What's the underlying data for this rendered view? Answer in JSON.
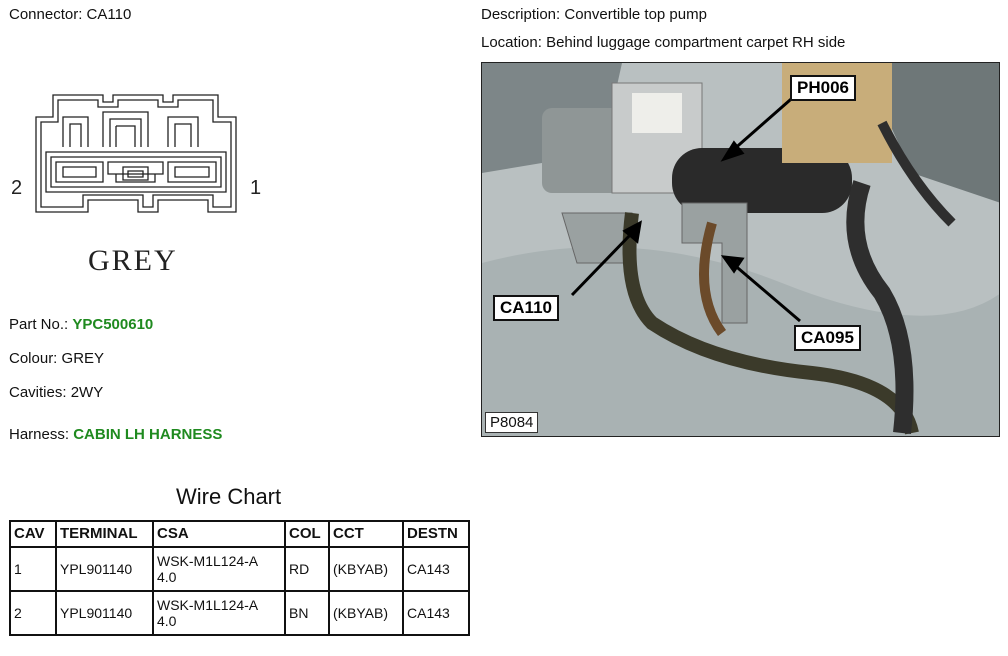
{
  "connector": {
    "label": "Connector:",
    "value": "CA110"
  },
  "description": {
    "label": "Description:",
    "value": "Convertible top pump"
  },
  "location": {
    "label": "Location:",
    "value": "Behind luggage compartment carpet RH side"
  },
  "diagram": {
    "pin_left": "2",
    "pin_right": "1",
    "colour_text": "GREY"
  },
  "part_no": {
    "label": "Part No.:",
    "value": "YPC500610"
  },
  "colour": {
    "label": "Colour:",
    "value": "GREY"
  },
  "cavities": {
    "label": "Cavities:",
    "value": "2WY"
  },
  "harness": {
    "label": "Harness:",
    "value": "CABIN LH HARNESS"
  },
  "photo": {
    "id": "P8084",
    "callouts": {
      "ph006": "PH006",
      "ca110": "CA110",
      "ca095": "CA095"
    }
  },
  "wire_chart": {
    "title": "Wire Chart",
    "headers": {
      "cav": "CAV",
      "terminal": "TERMINAL",
      "csa": "CSA",
      "col": "COL",
      "cct": "CCT",
      "destn": "DESTN"
    },
    "rows": [
      {
        "cav": "1",
        "terminal": "YPL901140",
        "csa_1": "WSK-M1L124-A",
        "csa_2": "4.0",
        "col": "RD",
        "cct": "(KBYAB)",
        "destn": "CA143"
      },
      {
        "cav": "2",
        "terminal": "YPL901140",
        "csa_1": "WSK-M1L124-A",
        "csa_2": "4.0",
        "col": "BN",
        "cct": "(KBYAB)",
        "destn": "CA143"
      }
    ]
  },
  "colors": {
    "link_green": "#1f8a1f"
  }
}
